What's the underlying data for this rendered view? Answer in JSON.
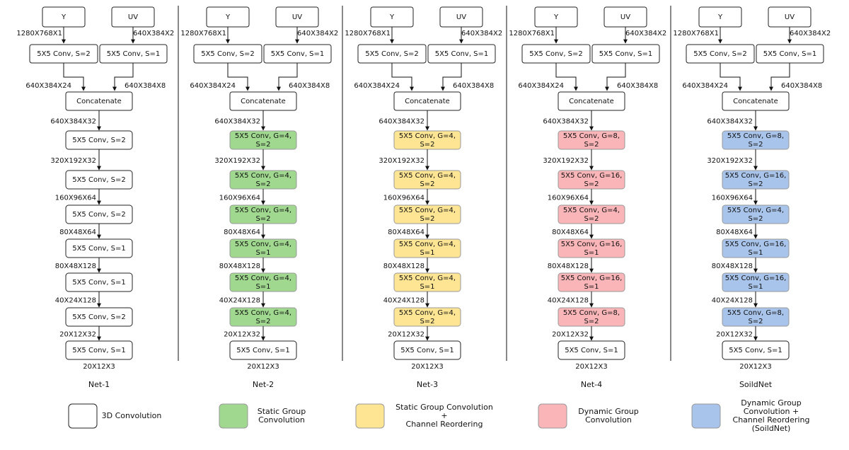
{
  "colors": {
    "plain": "#ffffff",
    "static_group": "#9fd88e",
    "static_group_reorder": "#fde594",
    "dynamic_group": "#f9b5b8",
    "dynamic_group_reorder": "#a9c4ea"
  },
  "networks": [
    {
      "title": "Net-1",
      "inputs": [
        "Y",
        "UV"
      ],
      "input_dims": [
        "1280X768X1",
        "640X384X2"
      ],
      "first_convs": [
        {
          "lines": [
            "5X5 Conv, S=2"
          ],
          "style": "plain"
        },
        {
          "lines": [
            "5X5 Conv, S=1"
          ],
          "style": "plain"
        }
      ],
      "branch_dims": [
        "640X384X24",
        "640X384X8"
      ],
      "concat_label": "Concatenate",
      "chain_dims": [
        "640X384X32",
        "320X192X32",
        "160X96X64",
        "80X48X64",
        "80X48X128",
        "40X24X128",
        "20X12X32"
      ],
      "chain": [
        {
          "lines": [
            "5X5 Conv, S=2"
          ],
          "style": "plain"
        },
        {
          "lines": [
            "5X5 Conv, S=2"
          ],
          "style": "plain"
        },
        {
          "lines": [
            "5X5 Conv, S=2"
          ],
          "style": "plain"
        },
        {
          "lines": [
            "5X5 Conv, S=1"
          ],
          "style": "plain"
        },
        {
          "lines": [
            "5X5 Conv, S=1"
          ],
          "style": "plain"
        },
        {
          "lines": [
            "5X5 Conv, S=2"
          ],
          "style": "plain"
        },
        {
          "lines": [
            "5X5 Conv, S=1"
          ],
          "style": "plain"
        }
      ],
      "output_dim": "20X12X3"
    },
    {
      "title": "Net-2",
      "inputs": [
        "Y",
        "UV"
      ],
      "input_dims": [
        "1280X768X1",
        "640X384X2"
      ],
      "first_convs": [
        {
          "lines": [
            "5X5 Conv, S=2"
          ],
          "style": "plain"
        },
        {
          "lines": [
            "5X5 Conv, S=1"
          ],
          "style": "plain"
        }
      ],
      "branch_dims": [
        "640X384X24",
        "640X384X8"
      ],
      "concat_label": "Concatenate",
      "chain_dims": [
        "640X384X32",
        "320X192X32",
        "160X96X64",
        "80X48X64",
        "80X48X128",
        "40X24X128",
        "20X12X32"
      ],
      "chain": [
        {
          "lines": [
            "5X5 Conv, G=4,",
            "S=2"
          ],
          "style": "static_group"
        },
        {
          "lines": [
            "5X5 Conv, G=4,",
            "S=2"
          ],
          "style": "static_group"
        },
        {
          "lines": [
            "5X5 Conv, G=4,",
            "S=2"
          ],
          "style": "static_group"
        },
        {
          "lines": [
            "5X5 Conv, G=4,",
            "S=1"
          ],
          "style": "static_group"
        },
        {
          "lines": [
            "5X5 Conv, G=4,",
            "S=1"
          ],
          "style": "static_group"
        },
        {
          "lines": [
            "5X5 Conv, G=4,",
            "S=2"
          ],
          "style": "static_group"
        },
        {
          "lines": [
            "5X5 Conv, S=1"
          ],
          "style": "plain"
        }
      ],
      "output_dim": "20X12X3"
    },
    {
      "title": "Net-3",
      "inputs": [
        "Y",
        "UV"
      ],
      "input_dims": [
        "1280X768X1",
        "640X384X2"
      ],
      "first_convs": [
        {
          "lines": [
            "5X5 Conv, S=2"
          ],
          "style": "plain"
        },
        {
          "lines": [
            "5X5 Conv, S=1"
          ],
          "style": "plain"
        }
      ],
      "branch_dims": [
        "640X384X24",
        "640X384X8"
      ],
      "concat_label": "Concatenate",
      "chain_dims": [
        "640X384X32",
        "320X192X32",
        "160X96X64",
        "80X48X64",
        "80X48X128",
        "40X24X128",
        "20X12X32"
      ],
      "chain": [
        {
          "lines": [
            "5X5 Conv, G=4,",
            "S=2"
          ],
          "style": "static_group_reorder"
        },
        {
          "lines": [
            "5X5 Conv, G=4,",
            "S=2"
          ],
          "style": "static_group_reorder"
        },
        {
          "lines": [
            "5X5 Conv, G=4,",
            "S=2"
          ],
          "style": "static_group_reorder"
        },
        {
          "lines": [
            "5X5 Conv, G=4,",
            "S=1"
          ],
          "style": "static_group_reorder"
        },
        {
          "lines": [
            "5X5 Conv, G=4,",
            "S=1"
          ],
          "style": "static_group_reorder"
        },
        {
          "lines": [
            "5X5 Conv, G=4,",
            "S=2"
          ],
          "style": "static_group_reorder"
        },
        {
          "lines": [
            "5X5 Conv, S=1"
          ],
          "style": "plain"
        }
      ],
      "output_dim": "20X12X3"
    },
    {
      "title": "Net-4",
      "inputs": [
        "Y",
        "UV"
      ],
      "input_dims": [
        "1280X768X1",
        "640X384X2"
      ],
      "first_convs": [
        {
          "lines": [
            "5X5 Conv, S=2"
          ],
          "style": "plain"
        },
        {
          "lines": [
            "5X5 Conv, S=1"
          ],
          "style": "plain"
        }
      ],
      "branch_dims": [
        "640X384X24",
        "640X384X8"
      ],
      "concat_label": "Concatenate",
      "chain_dims": [
        "640X384X32",
        "320X192X32",
        "160X96X64",
        "80X48X64",
        "80X48X128",
        "40X24X128",
        "20X12X32"
      ],
      "chain": [
        {
          "lines": [
            "5X5 Conv, G=8,",
            "S=2"
          ],
          "style": "dynamic_group"
        },
        {
          "lines": [
            "5X5 Conv, G=16,",
            "S=2"
          ],
          "style": "dynamic_group"
        },
        {
          "lines": [
            "5X5 Conv, G=4,",
            "S=2"
          ],
          "style": "dynamic_group"
        },
        {
          "lines": [
            "5X5 Conv, G=16,",
            "S=1"
          ],
          "style": "dynamic_group"
        },
        {
          "lines": [
            "5X5 Conv, G=16,",
            "S=1"
          ],
          "style": "dynamic_group"
        },
        {
          "lines": [
            "5X5 Conv, G=8,",
            "S=2"
          ],
          "style": "dynamic_group"
        },
        {
          "lines": [
            "5X5 Conv, S=1"
          ],
          "style": "plain"
        }
      ],
      "output_dim": "20X12X3"
    },
    {
      "title": "SoildNet",
      "inputs": [
        "Y",
        "UV"
      ],
      "input_dims": [
        "1280X768X1",
        "640X384X2"
      ],
      "first_convs": [
        {
          "lines": [
            "5X5 Conv, S=2"
          ],
          "style": "plain"
        },
        {
          "lines": [
            "5X5 Conv, S=1"
          ],
          "style": "plain"
        }
      ],
      "branch_dims": [
        "640X384X24",
        "640X384X8"
      ],
      "concat_label": "Concatenate",
      "chain_dims": [
        "640X384X32",
        "320X192X32",
        "160X96X64",
        "80X48X64",
        "80X48X128",
        "40X24X128",
        "20X12X32"
      ],
      "chain": [
        {
          "lines": [
            "5X5 Conv, G=8,",
            "S=2"
          ],
          "style": "dynamic_group_reorder"
        },
        {
          "lines": [
            "5X5 Conv, G=16,",
            "S=2"
          ],
          "style": "dynamic_group_reorder"
        },
        {
          "lines": [
            "5X5 Conv, G=4,",
            "S=2"
          ],
          "style": "dynamic_group_reorder"
        },
        {
          "lines": [
            "5X5 Conv, G=16,",
            "S=1"
          ],
          "style": "dynamic_group_reorder"
        },
        {
          "lines": [
            "5X5 Conv, G=16,",
            "S=1"
          ],
          "style": "dynamic_group_reorder"
        },
        {
          "lines": [
            "5X5 Conv, G=8,",
            "S=2"
          ],
          "style": "dynamic_group_reorder"
        },
        {
          "lines": [
            "5X5 Conv, S=1"
          ],
          "style": "plain"
        }
      ],
      "output_dim": "20X12X3"
    }
  ],
  "legend": [
    {
      "style": "plain",
      "lines": [
        "3D Convolution"
      ]
    },
    {
      "style": "static_group",
      "lines": [
        "Static Group",
        "Convolution"
      ]
    },
    {
      "style": "static_group_reorder",
      "lines": [
        "Static Group Convolution",
        "+",
        "Channel Reordering"
      ]
    },
    {
      "style": "dynamic_group",
      "lines": [
        "Dynamic Group",
        "Convolution"
      ]
    },
    {
      "style": "dynamic_group_reorder",
      "lines": [
        "Dynamic Group",
        "Convolution +",
        "Channel Reordering",
        "(SoildNet)"
      ]
    }
  ]
}
